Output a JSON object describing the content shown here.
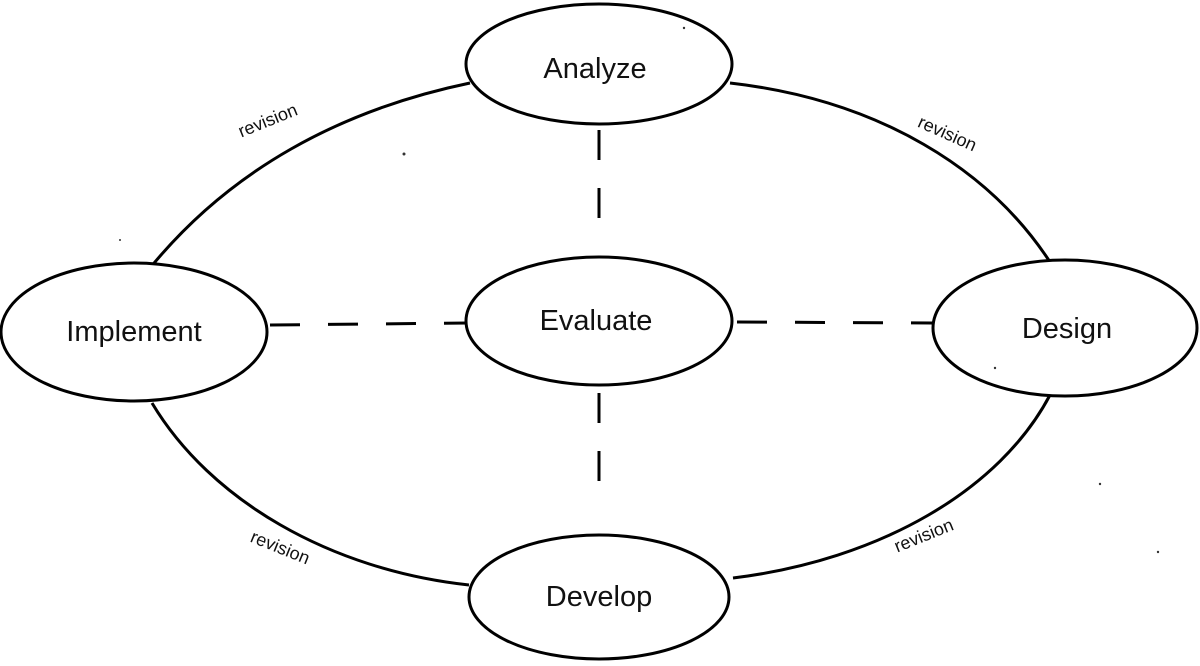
{
  "nodes": {
    "analyze": "Analyze",
    "design": "Design",
    "develop": "Develop",
    "implement": "Implement",
    "evaluate": "Evaluate"
  },
  "edges": {
    "analyze_design": "revision",
    "design_develop": "revision",
    "develop_implement": "revision",
    "implement_analyze": "revision"
  },
  "colors": {
    "stroke": "#000000",
    "background": "#ffffff"
  }
}
